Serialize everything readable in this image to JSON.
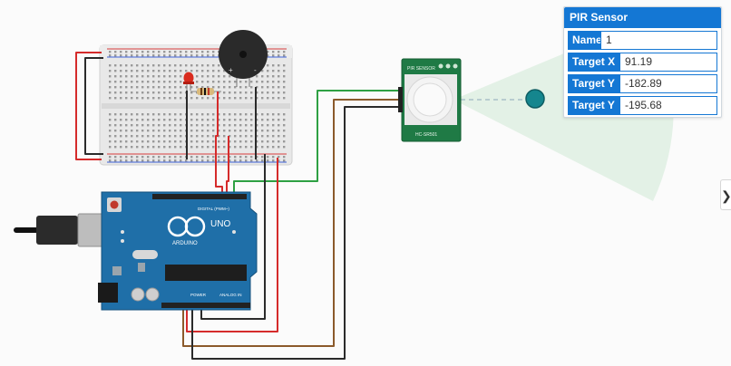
{
  "pir_panel": {
    "title": "PIR Sensor",
    "rows": [
      {
        "label": "Name",
        "value": "1"
      },
      {
        "label": "Target X",
        "value": "91.19"
      },
      {
        "label": "Target Y",
        "value": "-182.89"
      },
      {
        "label": "Target Y",
        "value": "-195.68"
      }
    ]
  },
  "sidebar_toggle": {
    "icon": "chevron-right-icon",
    "glyph": "❯"
  },
  "arduino": {
    "brand": "ARDUINO",
    "model": "UNO",
    "digital_label": "DIGITAL (PWM~)",
    "power_label": "POWER",
    "analog_label": "ANALOG IN"
  },
  "pir_module": {
    "label_top": "PIR SENSOR",
    "label_bottom": "HC-SR501"
  },
  "colors": {
    "panel_blue": "#1477d4",
    "board_blue": "#1f6fa8",
    "pcb_green": "#1f7a45",
    "detection_zone": "#e3f1e6",
    "target": "#15868e",
    "wire_red": "#d52b2b",
    "wire_black": "#2b2b2b",
    "wire_green": "#2ea043",
    "wire_brown": "#8b5a2b"
  }
}
